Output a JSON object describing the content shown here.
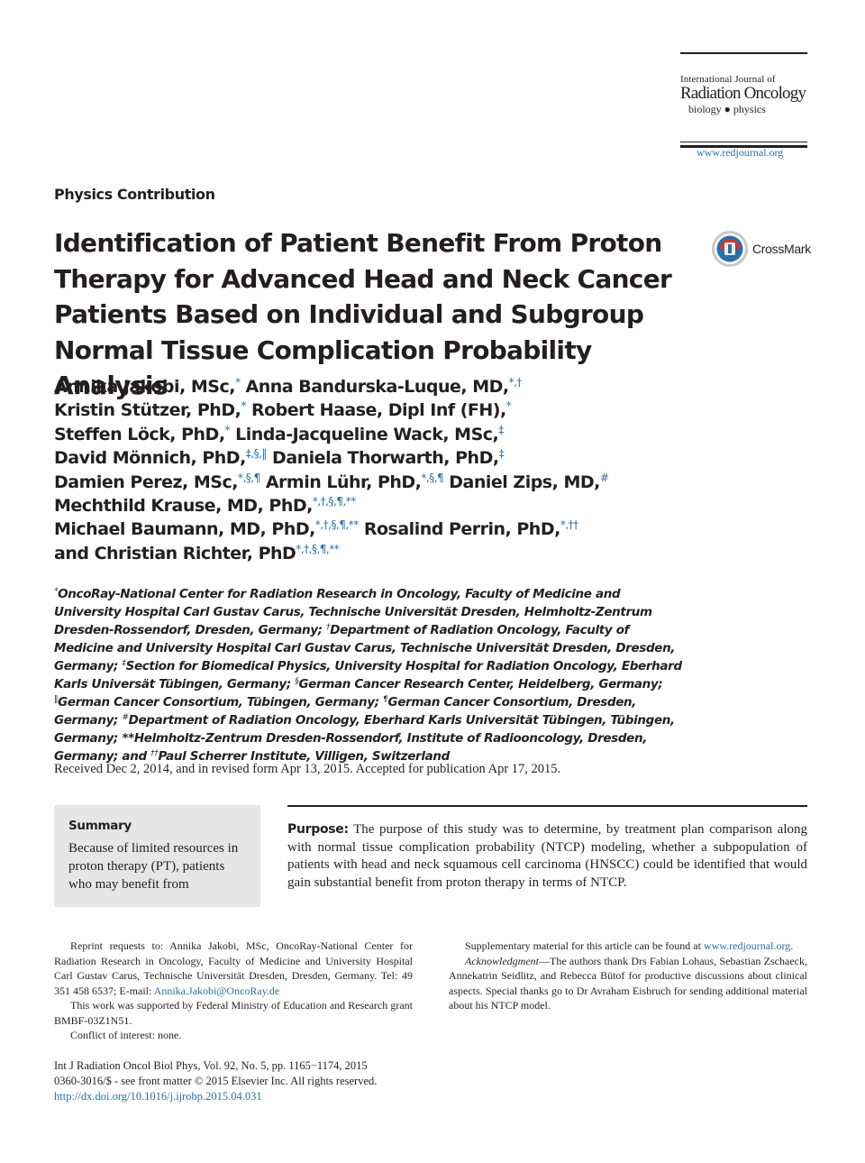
{
  "journal": {
    "line1": "International Journal of",
    "line2": "Radiation Oncology",
    "line3": "biology ● physics",
    "url": "www.redjournal.org"
  },
  "crossmark": "CrossMark",
  "section": "Physics Contribution",
  "title": "Identification of Patient Benefit From Proton Therapy for Advanced Head and Neck Cancer Patients Based on Individual and Subgroup Normal Tissue Complication Probability Analysis",
  "authors": [
    [
      {
        "name": "Annika Jakobi, MSc,",
        "sup": "*"
      },
      {
        "name": " Anna Bandurska-Luque, MD,",
        "sup": "*,†"
      }
    ],
    [
      {
        "name": "Kristin Stützer, PhD,",
        "sup": "*"
      },
      {
        "name": " Robert Haase, Dipl Inf (FH),",
        "sup": "*"
      }
    ],
    [
      {
        "name": "Steffen Löck, PhD,",
        "sup": "*"
      },
      {
        "name": " Linda-Jacqueline Wack, MSc,",
        "sup": "‡"
      }
    ],
    [
      {
        "name": "David Mönnich, PhD,",
        "sup": "‡,§,‖"
      },
      {
        "name": " Daniela Thorwarth, PhD,",
        "sup": "‡"
      }
    ],
    [
      {
        "name": "Damien Perez, MSc,",
        "sup": "*,§,¶"
      },
      {
        "name": " Armin Lühr, PhD,",
        "sup": "*,§,¶"
      },
      {
        "name": " Daniel Zips, MD,",
        "sup": "#"
      }
    ],
    [
      {
        "name": "Mechthild Krause, MD, PhD,",
        "sup": "*,†,§,¶,**"
      }
    ],
    [
      {
        "name": "Michael Baumann, MD, PhD,",
        "sup": "*,†,§,¶,**"
      },
      {
        "name": " Rosalind Perrin, PhD,",
        "sup": "*,††"
      }
    ],
    [
      {
        "name": "and Christian Richter, PhD",
        "sup": "*,†,§,¶,**"
      }
    ]
  ],
  "affiliations": [
    {
      "sym": "*",
      "text": "OncoRay-National Center for Radiation Research in Oncology, Faculty of Medicine and University Hospital Carl Gustav Carus, Technische Universität Dresden, Helmholtz-Zentrum Dresden-Rossendorf, Dresden, Germany; "
    },
    {
      "sym": "†",
      "text": "Department of Radiation Oncology, Faculty of Medicine and University Hospital Carl Gustav Carus, Technische Universität Dresden, Dresden, Germany; "
    },
    {
      "sym": "‡",
      "text": "Section for Biomedical Physics, University Hospital for Radiation Oncology, Eberhard Karls Universät Tübingen, Germany; "
    },
    {
      "sym": "§",
      "text": "German Cancer Research Center, Heidelberg, Germany; "
    },
    {
      "sym": "‖",
      "text": "German Cancer Consortium, Tübingen, Germany; "
    },
    {
      "sym": "¶",
      "text": "German Cancer Consortium, Dresden, Germany; "
    },
    {
      "sym": "#",
      "text": "Department of Radiation Oncology, Eberhard Karls Universität Tübingen, Tübingen, Germany; "
    },
    {
      "sym": "",
      "text": "**Helmholtz-Zentrum Dresden-Rossendorf, Institute of Radiooncology, Dresden, Germany; and "
    },
    {
      "sym": "††",
      "text": "Paul Scherrer Institute, Villigen, Switzerland"
    }
  ],
  "received": "Received Dec 2, 2014, and in revised form Apr 13, 2015. Accepted for publication Apr 17, 2015.",
  "summary": {
    "heading": "Summary",
    "text": "Because of limited resources in proton therapy (PT), patients who may benefit from"
  },
  "purpose": {
    "label": "Purpose:",
    "text": " The purpose of this study was to determine, by treatment plan comparison along with normal tissue complication probability (NTCP) modeling, whether a subpopulation of patients with head and neck squamous cell carcinoma (HNSCC) could be identified that would gain substantial benefit from proton therapy in terms of NTCP."
  },
  "footnotes_left": {
    "reprint": "Reprint requests to: Annika Jakobi, MSc, OncoRay-National Center for Radiation Research in Oncology, Faculty of Medicine and University Hospital Carl Gustav Carus, Technische Universität Dresden, Dresden, Germany. Tel: 49 351 458 6537; E-mail: ",
    "email": "Annika.Jakobi@OncoRay.de",
    "support": "This work was supported by Federal Ministry of Education and Research grant BMBF-03Z1N51.",
    "conflict": "Conflict of interest: none."
  },
  "footnotes_right": {
    "supp": "Supplementary material for this article can be found at ",
    "supp_link": "www.redjournal.org",
    "supp_end": ".",
    "ack_label": "Acknowledgment",
    "ack_text": "—The authors thank Drs Fabian Lohaus, Sebastian Zschaeck, Annekatrin Seidlitz, and Rebecca Bütof for productive discussions about clinical aspects. Special thanks go to Dr Avraham Eisbruch for sending additional material about his NTCP model."
  },
  "citation": {
    "line1": "Int J Radiation Oncol Biol Phys, Vol. 92, No. 5, pp. 1165−1174, 2015",
    "line2": "0360-3016/$ - see front matter © 2015 Elsevier Inc. All rights reserved.",
    "doi": "http://dx.doi.org/10.1016/j.ijrobp.2015.04.031"
  }
}
